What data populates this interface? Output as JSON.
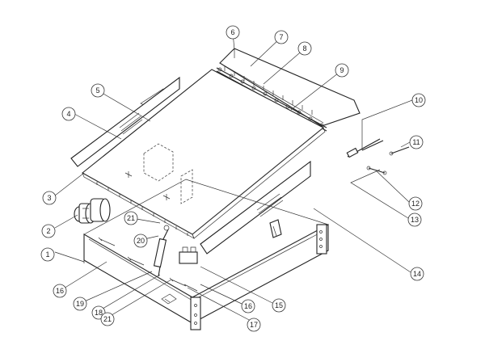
{
  "diagram": {
    "type": "exploded-assembly",
    "callouts": [
      {
        "id": "c1",
        "label": "1"
      },
      {
        "id": "c2",
        "label": "2"
      },
      {
        "id": "c3",
        "label": "3"
      },
      {
        "id": "c4",
        "label": "4"
      },
      {
        "id": "c5",
        "label": "5"
      },
      {
        "id": "c6",
        "label": "6"
      },
      {
        "id": "c7",
        "label": "7"
      },
      {
        "id": "c8",
        "label": "8"
      },
      {
        "id": "c9",
        "label": "9"
      },
      {
        "id": "c10",
        "label": "10"
      },
      {
        "id": "c11",
        "label": "11"
      },
      {
        "id": "c12",
        "label": "12"
      },
      {
        "id": "c13",
        "label": "13"
      },
      {
        "id": "c14",
        "label": "14"
      },
      {
        "id": "c15",
        "label": "15"
      },
      {
        "id": "c16a",
        "label": "16"
      },
      {
        "id": "c16b",
        "label": "16"
      },
      {
        "id": "c17",
        "label": "17"
      },
      {
        "id": "c18",
        "label": "18"
      },
      {
        "id": "c19",
        "label": "19"
      },
      {
        "id": "c20",
        "label": "20"
      },
      {
        "id": "c21a",
        "label": "21"
      },
      {
        "id": "c21b",
        "label": "21"
      }
    ]
  }
}
